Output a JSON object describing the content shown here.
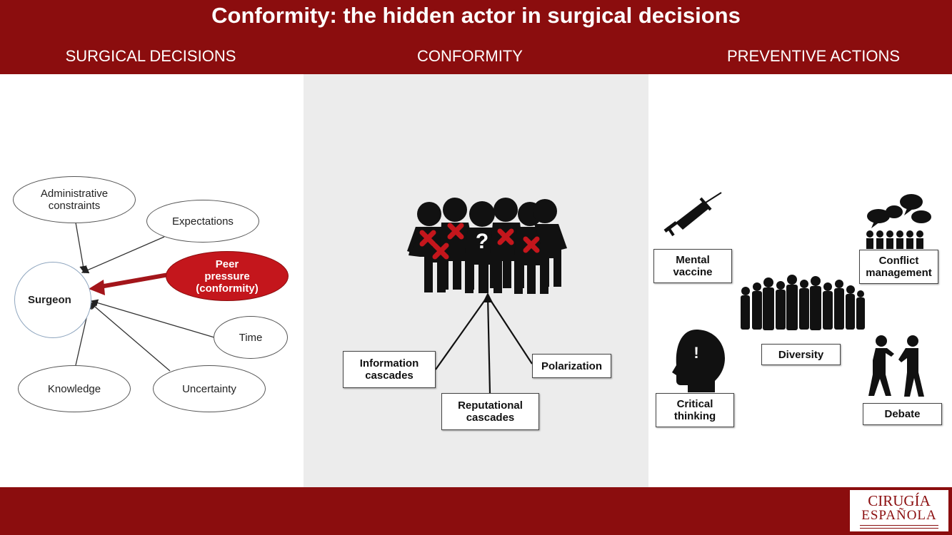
{
  "title": "Conformity: the hidden actor in surgical decisions",
  "columns": {
    "left": "SURGICAL DECISIONS",
    "middle": "CONFORMITY",
    "right": "PREVENTIVE ACTIONS"
  },
  "left_diagram": {
    "center": "Surgeon",
    "administrative": "Administrative constraints",
    "expectations": "Expectations",
    "peer": "Peer pressure (conformity)",
    "time": "Time",
    "uncertainty": "Uncertainty",
    "knowledge": "Knowledge"
  },
  "middle_diagram": {
    "question_mark": "?",
    "information": "Information cascades",
    "reputational": "Reputational cascades",
    "polarization": "Polarization"
  },
  "right_diagram": {
    "mental_vaccine": "Mental vaccine",
    "conflict": "Conflict management",
    "diversity": "Diversity",
    "critical": "Critical thinking",
    "debate": "Debate",
    "exclaim": "!"
  },
  "logo": {
    "line1": "CIRUGÍA",
    "line2": "ESPAÑOLA"
  },
  "colors": {
    "brand": "#8b0d0e",
    "accent_red": "#c4161c",
    "panel_gray": "#ececec"
  }
}
